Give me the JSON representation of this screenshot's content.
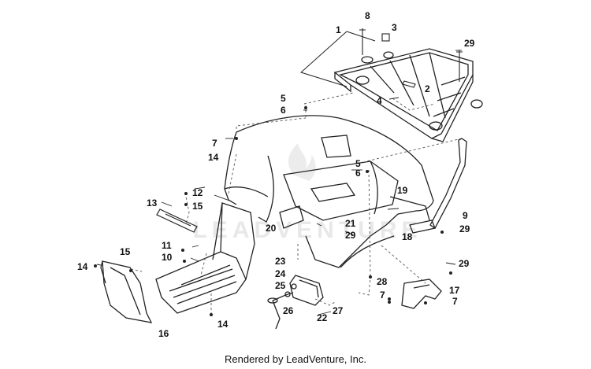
{
  "credit": "Rendered by LeadVenture, Inc.",
  "watermark": "LEADVENTURE",
  "colors": {
    "line": "#222222",
    "dashed": "#555555",
    "text": "#111111",
    "watermark": "#e6e6e6"
  },
  "callouts": [
    "1",
    "2",
    "3",
    "4",
    "5",
    "6",
    "7",
    "8",
    "9",
    "10",
    "11",
    "12",
    "13",
    "14",
    "15",
    "16",
    "17",
    "18",
    "19",
    "20",
    "21",
    "22",
    "23",
    "24",
    "25",
    "26",
    "27",
    "28",
    "29"
  ],
  "labels": [
    {
      "id": "c8",
      "text": "8"
    },
    {
      "id": "c3",
      "text": "3"
    },
    {
      "id": "c1",
      "text": "1"
    },
    {
      "id": "c29a",
      "text": "29"
    },
    {
      "id": "c2",
      "text": "2"
    },
    {
      "id": "c4",
      "text": "4"
    },
    {
      "id": "c5a",
      "text": "5"
    },
    {
      "id": "c6a",
      "text": "6"
    },
    {
      "id": "c7a",
      "text": "7"
    },
    {
      "id": "c14a",
      "text": "14"
    },
    {
      "id": "c5b",
      "text": "5"
    },
    {
      "id": "c6b",
      "text": "6"
    },
    {
      "id": "c12",
      "text": "12"
    },
    {
      "id": "c13",
      "text": "13"
    },
    {
      "id": "c15a",
      "text": "15"
    },
    {
      "id": "c19",
      "text": "19"
    },
    {
      "id": "c9",
      "text": "9"
    },
    {
      "id": "c29b",
      "text": "29"
    },
    {
      "id": "c18",
      "text": "18"
    },
    {
      "id": "c20",
      "text": "20"
    },
    {
      "id": "c21",
      "text": "21"
    },
    {
      "id": "c29c",
      "text": "29"
    },
    {
      "id": "c11",
      "text": "11"
    },
    {
      "id": "c10",
      "text": "10"
    },
    {
      "id": "c15b",
      "text": "15"
    },
    {
      "id": "c14b",
      "text": "14"
    },
    {
      "id": "c23",
      "text": "23"
    },
    {
      "id": "c24",
      "text": "24"
    },
    {
      "id": "c25",
      "text": "25"
    },
    {
      "id": "c26",
      "text": "26"
    },
    {
      "id": "c27",
      "text": "27"
    },
    {
      "id": "c22",
      "text": "22"
    },
    {
      "id": "c28",
      "text": "28"
    },
    {
      "id": "c29d",
      "text": "29"
    },
    {
      "id": "c17",
      "text": "17"
    },
    {
      "id": "c7b",
      "text": "7"
    },
    {
      "id": "c7c",
      "text": "7"
    },
    {
      "id": "c16",
      "text": "16"
    },
    {
      "id": "c14c",
      "text": "14"
    }
  ]
}
